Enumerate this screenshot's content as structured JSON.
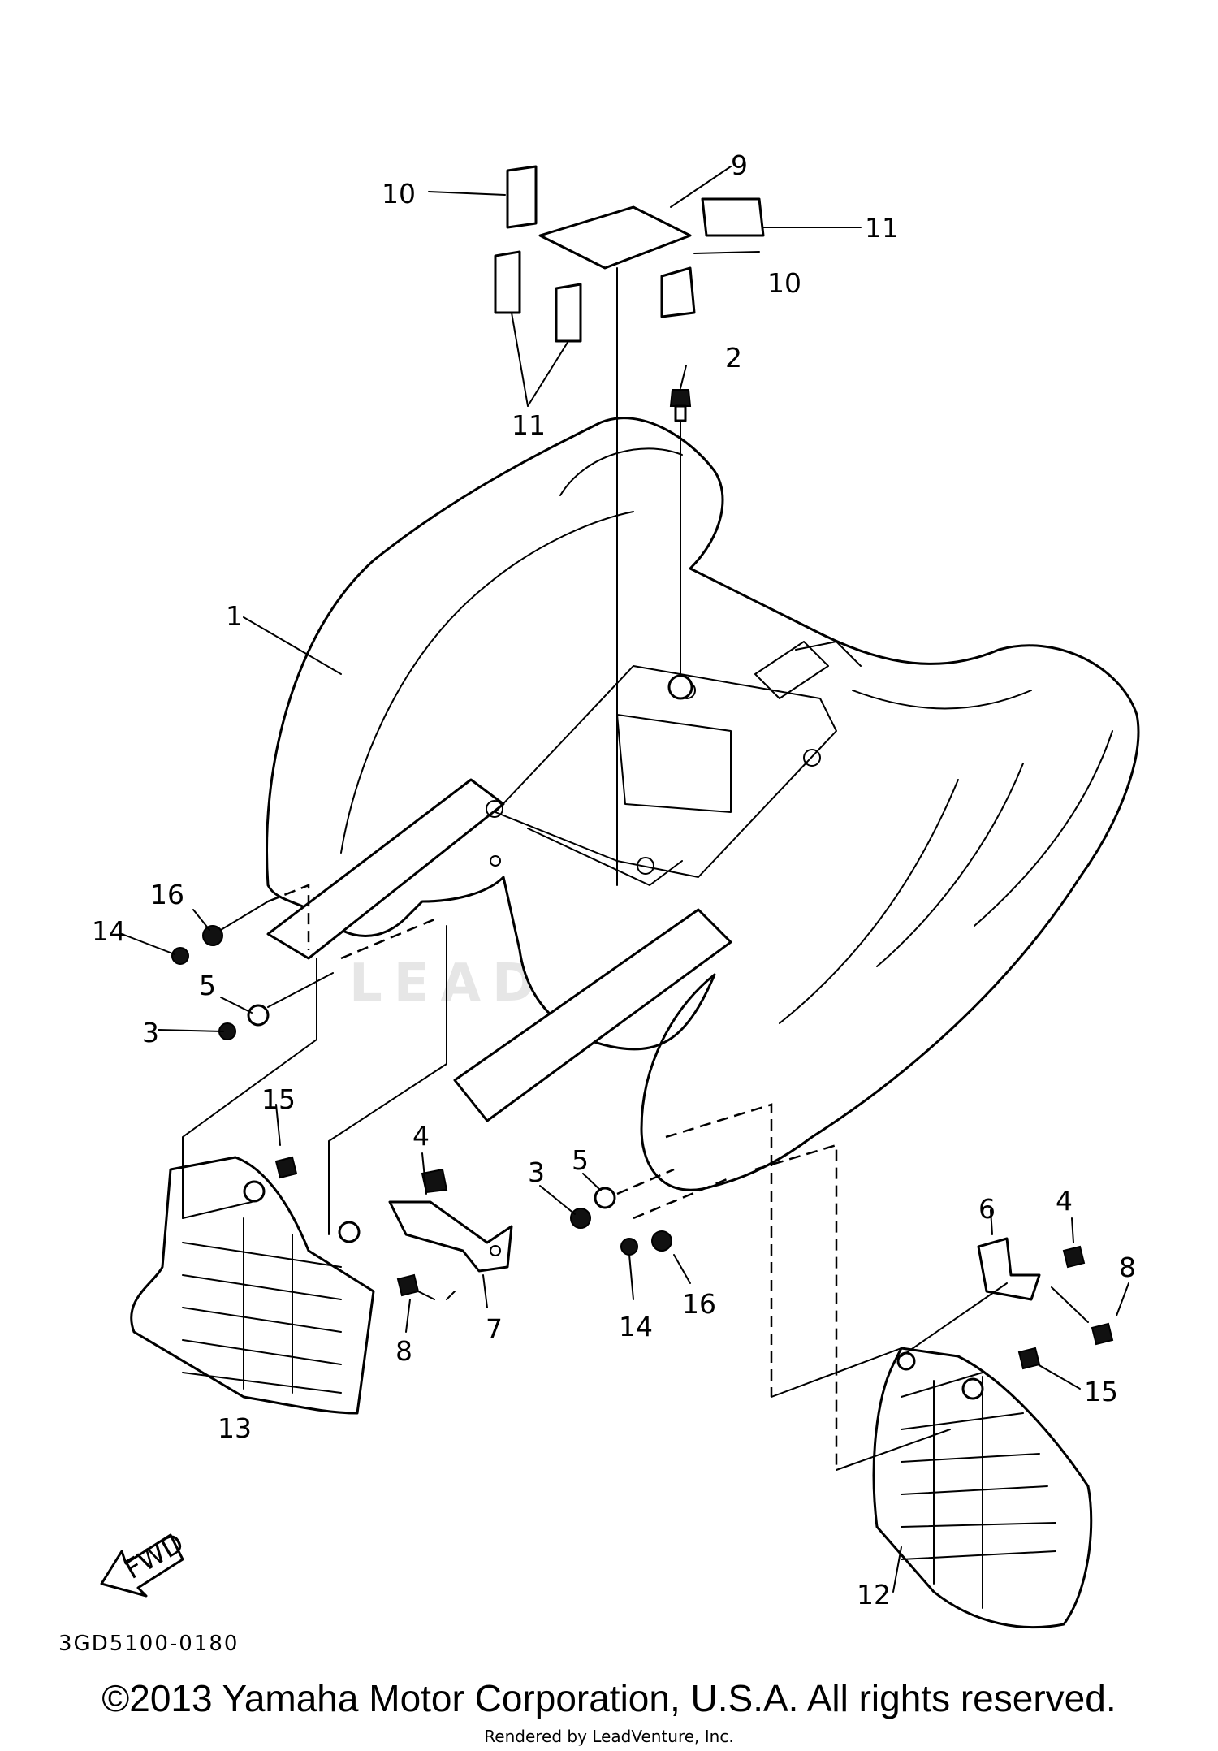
{
  "diagram": {
    "callouts": [
      {
        "id": "c1",
        "text": "1"
      },
      {
        "id": "c2",
        "text": "2"
      },
      {
        "id": "c3a",
        "text": "3"
      },
      {
        "id": "c3b",
        "text": "3"
      },
      {
        "id": "c4a",
        "text": "4"
      },
      {
        "id": "c4b",
        "text": "4"
      },
      {
        "id": "c5a",
        "text": "5"
      },
      {
        "id": "c5b",
        "text": "5"
      },
      {
        "id": "c6",
        "text": "6"
      },
      {
        "id": "c7",
        "text": "7"
      },
      {
        "id": "c8a",
        "text": "8"
      },
      {
        "id": "c8b",
        "text": "8"
      },
      {
        "id": "c9",
        "text": "9"
      },
      {
        "id": "c10a",
        "text": "10"
      },
      {
        "id": "c10b",
        "text": "10"
      },
      {
        "id": "c11a",
        "text": "11"
      },
      {
        "id": "c11b",
        "text": "11"
      },
      {
        "id": "c12",
        "text": "12"
      },
      {
        "id": "c13",
        "text": "13"
      },
      {
        "id": "c14a",
        "text": "14"
      },
      {
        "id": "c14b",
        "text": "14"
      },
      {
        "id": "c15a",
        "text": "15"
      },
      {
        "id": "c15b",
        "text": "15"
      },
      {
        "id": "c16a",
        "text": "16"
      },
      {
        "id": "c16b",
        "text": "16"
      }
    ],
    "fwd_label": "FWD",
    "drawing_code": "3GD5100-0180",
    "watermark": "LEADVENTURE"
  },
  "footer": {
    "copyright": "©2013 Yamaha Motor Corporation, U.S.A. All rights reserved.",
    "rendered_by": "Rendered by LeadVenture, Inc."
  }
}
